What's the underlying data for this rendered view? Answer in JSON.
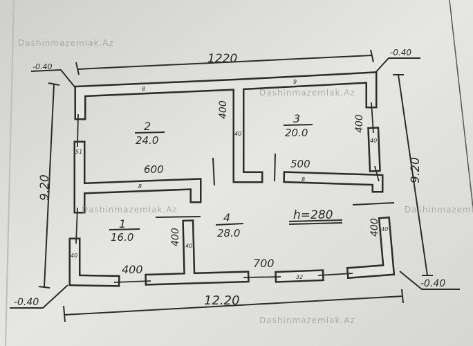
{
  "plan": {
    "dims": {
      "top_width": "1220",
      "bottom_width": "12.20",
      "left_height": "9.20",
      "right_height": "9.20",
      "level_tl": "-0.40",
      "level_tr": "-0.40",
      "level_bl": "-0.40",
      "level_br": "-0.40",
      "ceiling_height": "h=280"
    },
    "rooms": [
      {
        "number": "2",
        "area": "24.0"
      },
      {
        "number": "3",
        "area": "20.0"
      },
      {
        "number": "1",
        "area": "16.0"
      },
      {
        "number": "4",
        "area": "28.0"
      }
    ],
    "wall_lengths": {
      "w600": "600",
      "w500": "500",
      "w400_divider": "400",
      "w400_right": "400",
      "w400_mid": "400",
      "w400_right_low": "400",
      "w400_bottom": "400",
      "w700_bottom": "700"
    },
    "wall_marks": {
      "top_left": "8",
      "top_right": "9",
      "left_upper": "51",
      "room2_bottom": "8",
      "room3_bottom": "8",
      "divider": "40",
      "right_upper": "40",
      "mid_lower": "40",
      "left_lower": "40",
      "right_lower": "40",
      "bottom_window": "32"
    },
    "watermark": "Dashinmazemlak.Az"
  }
}
